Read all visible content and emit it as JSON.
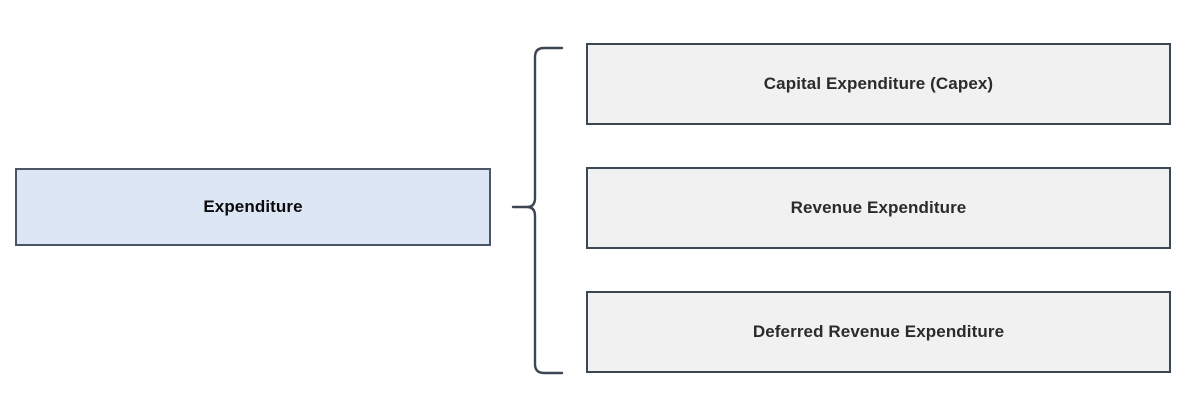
{
  "diagram": {
    "type": "hierarchy-brace",
    "background_color": "#ffffff",
    "root": {
      "label": "Expenditure",
      "fill_color": "#dce6f5",
      "border_color": "#4a5568",
      "text_color": "#0b0b0b"
    },
    "connector": {
      "name": "curly-brace",
      "stroke_color": "#3d4653",
      "orientation": "opens-right"
    },
    "children": [
      {
        "label": "Capital Expenditure (Capex)",
        "fill_color": "#f1f1f1",
        "border_color": "#3d4653",
        "text_color": "#2a2b2d"
      },
      {
        "label": "Revenue Expenditure",
        "fill_color": "#f1f1f1",
        "border_color": "#3d4653",
        "text_color": "#2a2b2d"
      },
      {
        "label": "Deferred Revenue Expenditure",
        "fill_color": "#f1f1f1",
        "border_color": "#3d4653",
        "text_color": "#2a2b2d"
      }
    ]
  }
}
